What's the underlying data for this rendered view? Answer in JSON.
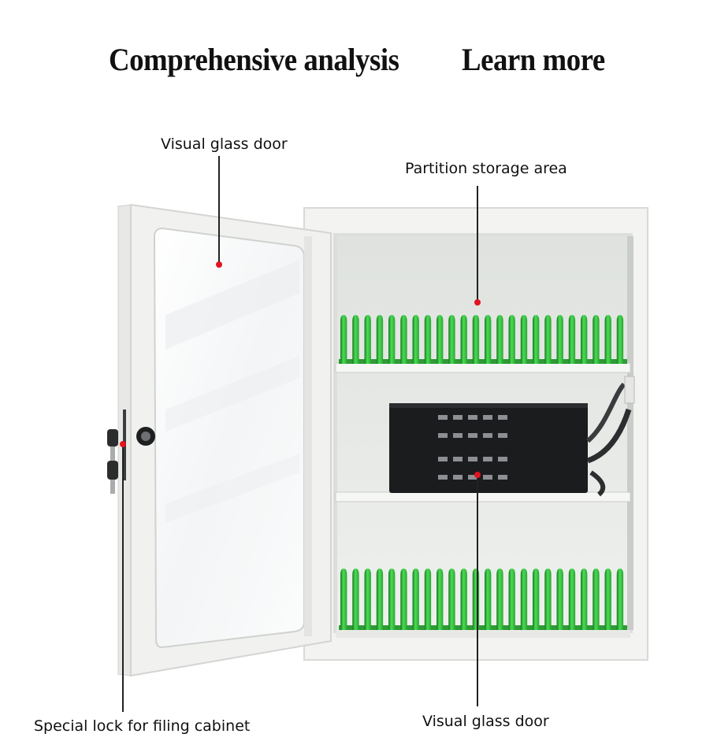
{
  "header": {
    "left": "Comprehensive analysis",
    "right": "Learn more"
  },
  "callouts": {
    "top_left": "Visual glass door",
    "top_right": "Partition storage area",
    "bottom_left": "Special lock for filing cabinet",
    "bottom_right": "Visual glass door"
  },
  "colors": {
    "marker": "#e0141e",
    "divider_green": "#3fd24a",
    "cabinet": "#f4f5f3",
    "charger": "#1b1c1e"
  },
  "device": {
    "upper_dividers": 24,
    "lower_dividers": 24,
    "charger_ports_rows": 4,
    "charger_ports_cols": 5
  }
}
